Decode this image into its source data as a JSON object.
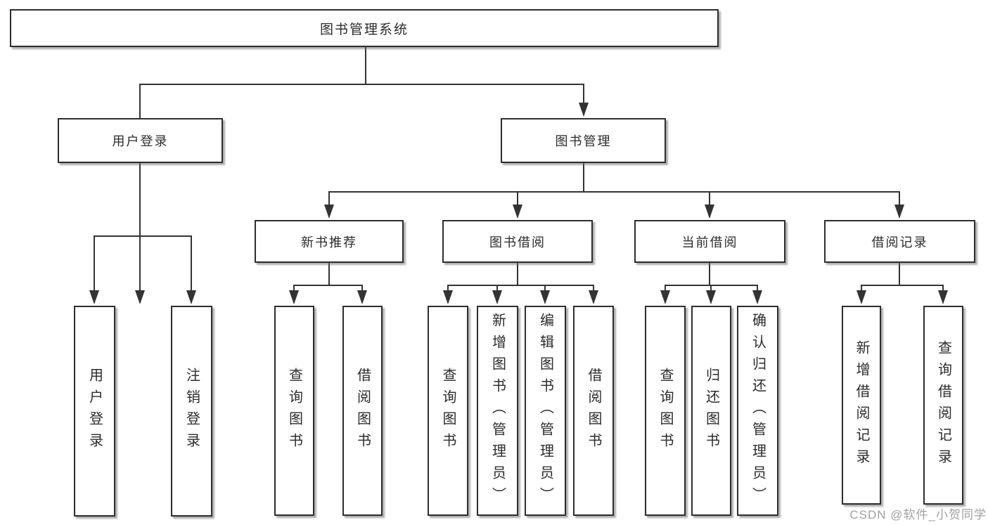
{
  "colors": {
    "line": "#333333",
    "box_border": "#2d2d2d",
    "box_fill": "#ffffff",
    "text": "#2b2b2b",
    "watermark": "#a0a0a0",
    "bg": "#ffffff"
  },
  "tree": {
    "root": {
      "label": "图书管理系统"
    },
    "branches": [
      {
        "label": "用户登录",
        "leaves": [
          "用户登录",
          "注销登录"
        ]
      },
      {
        "label": "图书管理",
        "groups": [
          {
            "label": "新书推荐",
            "leaves": [
              "查询图书",
              "借阅图书"
            ]
          },
          {
            "label": "图书借阅",
            "leaves": [
              "查询图书",
              "新增图书（管理员）",
              "编辑图书（管理员）",
              "借阅图书"
            ]
          },
          {
            "label": "当前借阅",
            "leaves": [
              "查询图书",
              "归还图书",
              "确认归还（管理员）"
            ]
          },
          {
            "label": "借阅记录",
            "leaves": [
              "新增借阅记录",
              "查询借阅记录"
            ]
          }
        ]
      }
    ]
  },
  "watermark": {
    "label": "CSDN @软件_小贺同学"
  }
}
